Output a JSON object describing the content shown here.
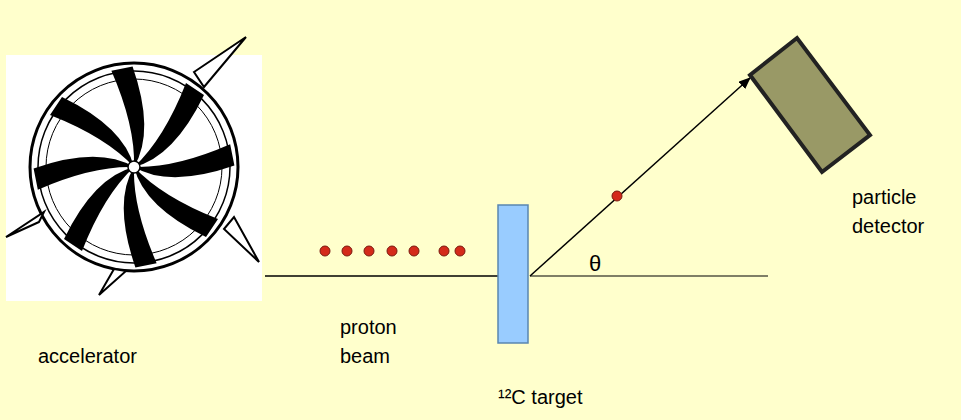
{
  "diagram": {
    "labels": [
      "accelerator",
      "proton beam",
      "¹²C target",
      "particle detector",
      "θ"
    ]
  }
}
